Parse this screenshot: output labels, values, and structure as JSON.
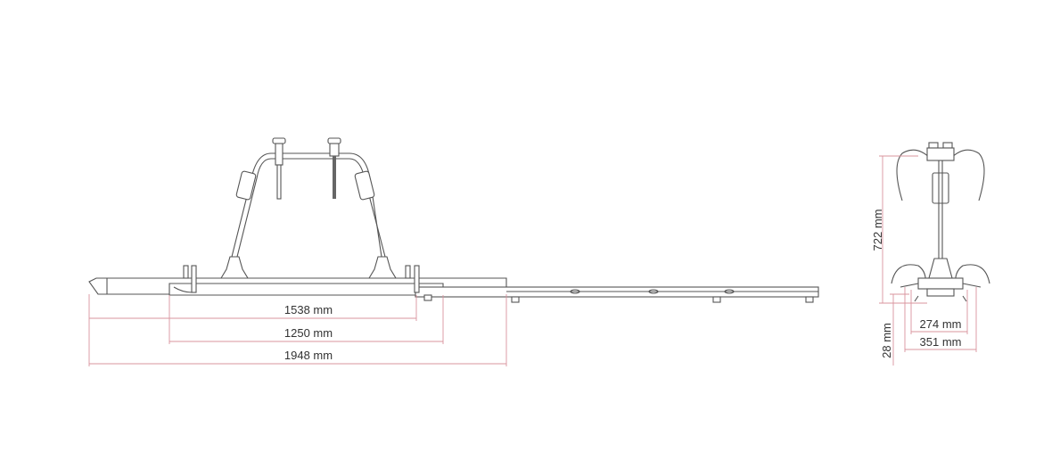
{
  "side_view": {
    "dimensions": [
      {
        "label": "1538 mm",
        "value_mm": 1538
      },
      {
        "label": "1250 mm",
        "value_mm": 1250
      },
      {
        "label": "1948 mm",
        "value_mm": 1948
      }
    ]
  },
  "end_view": {
    "dimensions": [
      {
        "label": "722 mm",
        "value_mm": 722
      },
      {
        "label": "28 mm",
        "value_mm": 28
      },
      {
        "label": "274 mm",
        "value_mm": 274
      },
      {
        "label": "351 mm",
        "value_mm": 351
      }
    ]
  },
  "colors": {
    "dimension_line": "#d9949e",
    "drawing_line": "#555555"
  }
}
